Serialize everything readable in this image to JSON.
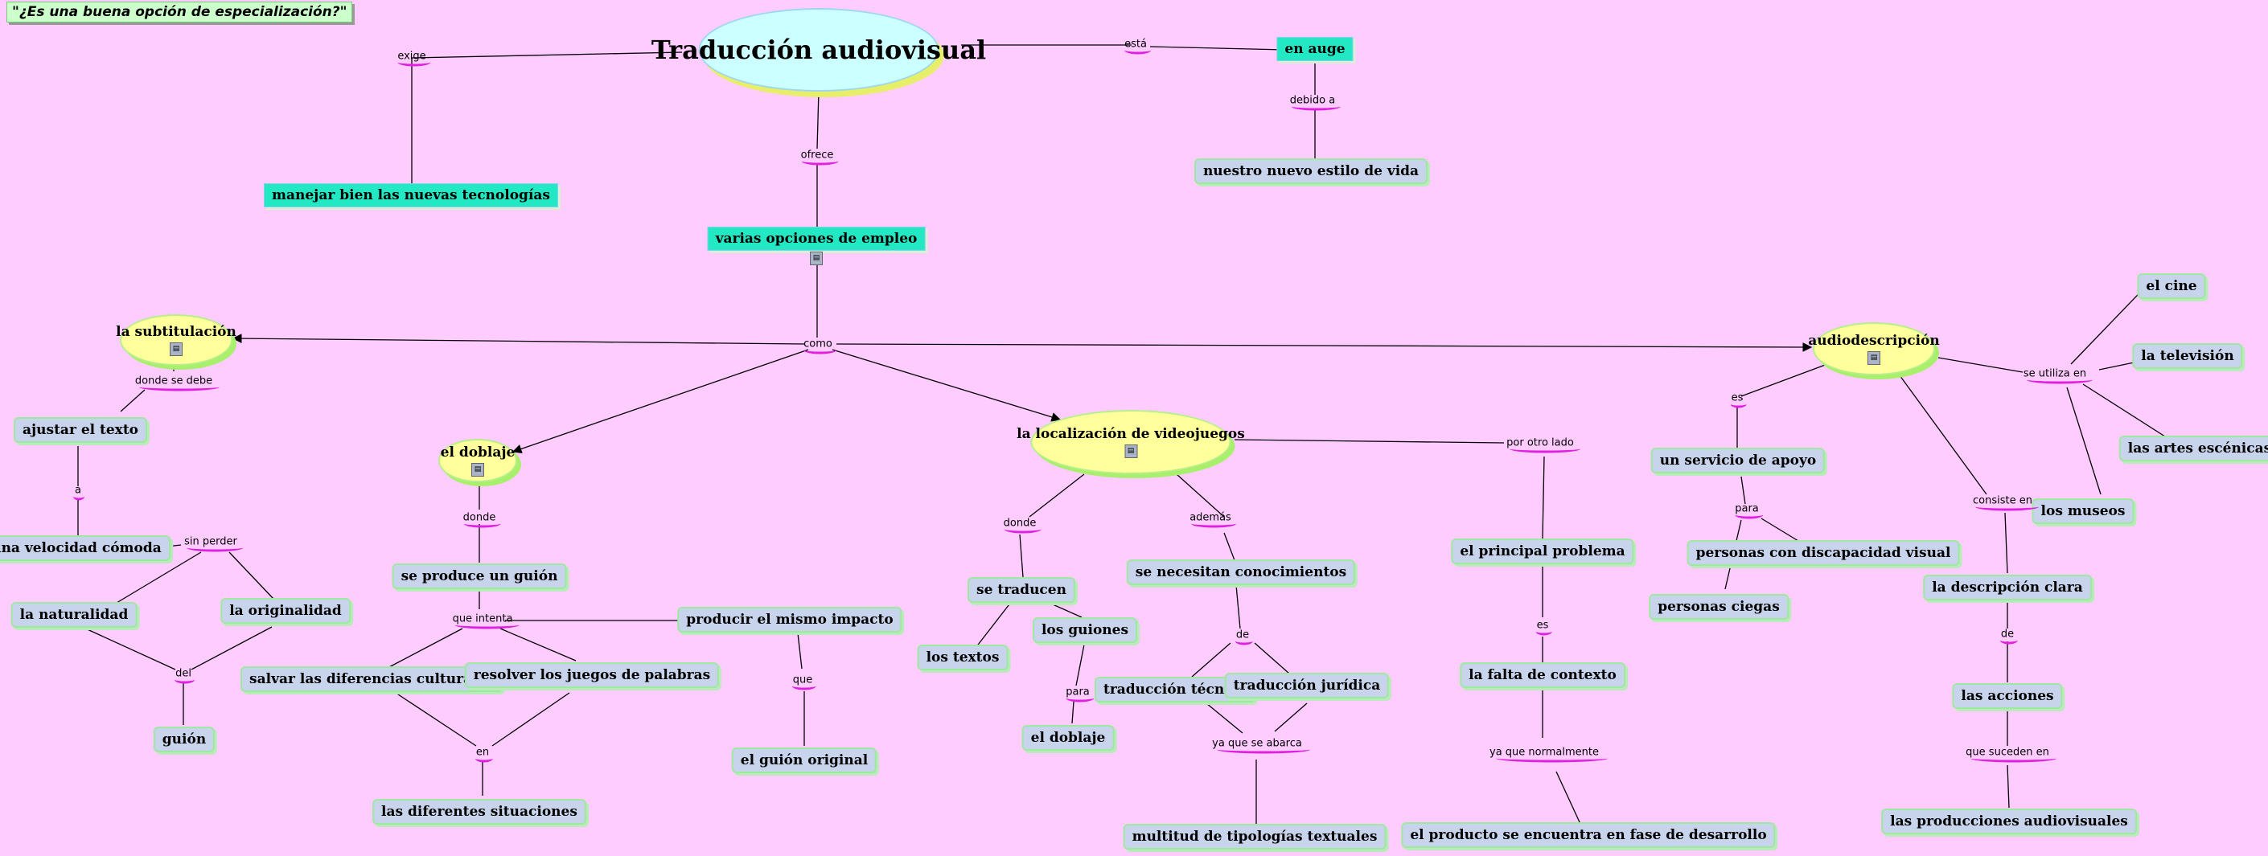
{
  "map_title": "\"¿Es una buena opción de especialización?\"",
  "concepts": {
    "main": "Traducción audiovisual",
    "en_auge": "en auge",
    "estilo_vida": "nuestro nuevo estilo de vida",
    "tecnologias": "manejar bien las nuevas tecnologías",
    "opciones": "varias opciones de empleo",
    "subtitulacion": "la subtitulación",
    "ajustar": "ajustar el texto",
    "velocidad": "una velocidad cómoda",
    "naturalidad": "la naturalidad",
    "originalidad": "la originalidad",
    "guion1": "guión",
    "doblaje": "el doblaje",
    "produce_guion": "se produce un guión",
    "producir_impacto": "producir el mismo impacto",
    "guion_original": "el guión original",
    "salvar": "salvar las diferencias culturales",
    "resolver": "resolver los juegos de palabras",
    "situaciones": "las diferentes situaciones",
    "localizacion": "la localización de videojuegos",
    "se_traducen": "se traducen",
    "los_textos": "los textos",
    "los_guiones": "los guiones",
    "el_doblaje2": "el doblaje",
    "conocimientos": "se necesitan conocimientos",
    "tecnica": "traducción técnica",
    "juridica": "traducción jurídica",
    "tipologias": "multitud de tipologías textuales",
    "problema": "el principal problema",
    "falta": "la falta de contexto",
    "desarrollo": "el producto se encuentra en fase de desarrollo",
    "audiodescripcion": "audiodescripción",
    "servicio": "un servicio de apoyo",
    "discapacidad": "personas con discapacidad visual",
    "ciegas": "personas ciegas",
    "descripcion": "la descripción clara",
    "acciones": "las acciones",
    "producciones": "las producciones audiovisuales",
    "cine": "el cine",
    "television": "la televisión",
    "escenicas": "las artes escénicas",
    "museos": "los museos"
  },
  "links": {
    "exige": "exige",
    "esta": "está",
    "debido_a": "debido a",
    "ofrece": "ofrece",
    "como": "como",
    "donde_se_debe": "donde se debe",
    "a": "a",
    "sin_perder": "sin perder",
    "del": "del",
    "donde1": "donde",
    "que_intenta": "que intenta",
    "que": "que",
    "en": "en",
    "donde2": "donde",
    "para1": "para",
    "ademas": "además",
    "de1": "de",
    "ya_que_se_abarca": "ya que se abarca",
    "por_otro_lado": "por otro lado",
    "es1": "es",
    "ya_que_normalmente": "ya que normalmente",
    "es2": "es",
    "para2": "para",
    "consiste_en": "consiste en",
    "de2": "de",
    "que_suceden_en": "que suceden en",
    "se_utiliza_en": "se utiliza en"
  },
  "colors": {
    "background": "#ffccff",
    "concept_box": "#c8d4ec",
    "teal_box": "#22e8c4",
    "yellow_node": "#ffff9c",
    "main_node": "#ccffff",
    "link_underline": "#e020e0"
  }
}
